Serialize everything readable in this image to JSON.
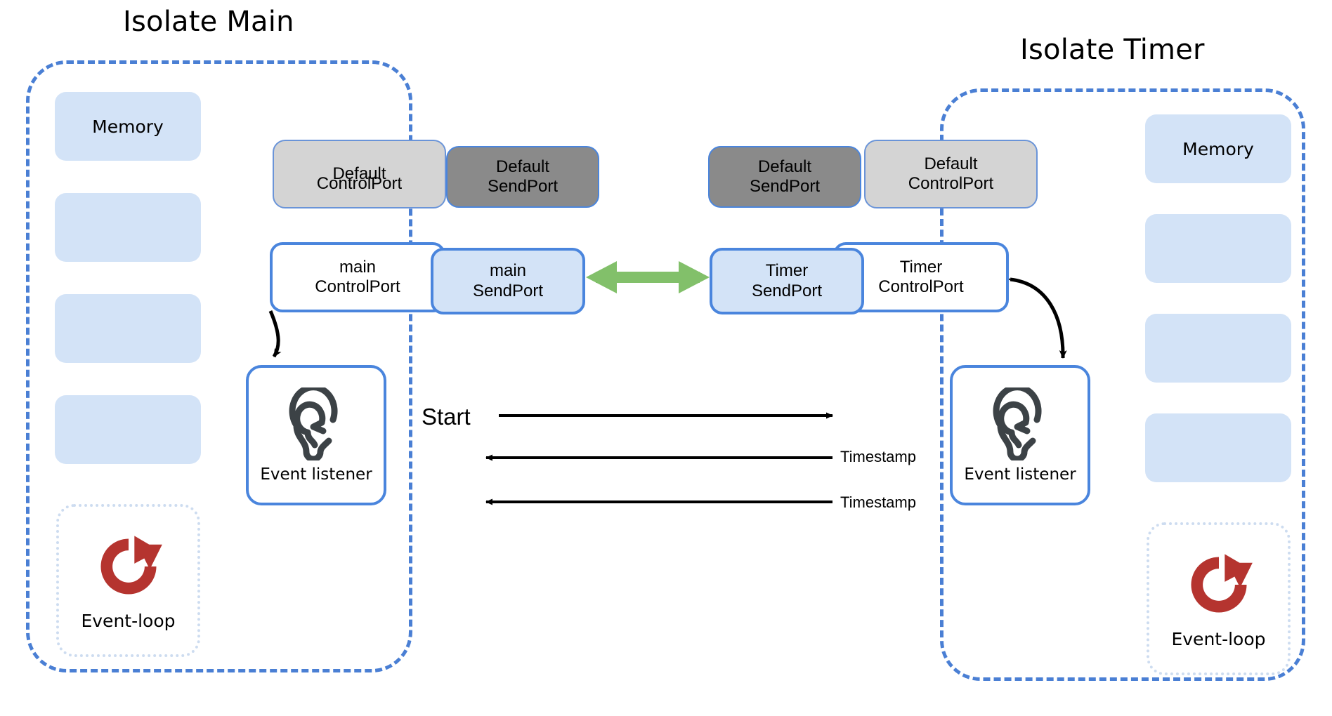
{
  "diagram": {
    "title_main": "Isolate Main",
    "title_timer": "Isolate Timer"
  },
  "isolate_main": {
    "label": "Isolate Main",
    "memory": {
      "label": "Memory",
      "block_count": 4
    },
    "event_loop": {
      "label": "Event-loop",
      "icon": "circular-arrow-icon",
      "color": "#b5342f"
    },
    "event_listener": {
      "label": "Event listener",
      "icon": "ear-icon"
    },
    "ports": [
      {
        "name": "default-control-port",
        "line1": "Default",
        "line2": "ControlPort",
        "style": "default-control"
      },
      {
        "name": "default-send-port",
        "line1": "Default",
        "line2": "SendPort",
        "style": "default-send"
      },
      {
        "name": "main-control-port",
        "line1": "main",
        "line2": "ControlPort",
        "style": "named-control"
      },
      {
        "name": "main-send-port",
        "line1": "main",
        "line2": "SendPort",
        "style": "named-send"
      }
    ]
  },
  "isolate_timer": {
    "label": "Isolate Timer",
    "memory": {
      "label": "Memory",
      "block_count": 4
    },
    "event_loop": {
      "label": "Event-loop",
      "icon": "circular-arrow-icon",
      "color": "#b5342f"
    },
    "event_listener": {
      "label": "Event listener",
      "icon": "ear-icon"
    },
    "ports": [
      {
        "name": "default-send-port",
        "line1": "Default",
        "line2": "SendPort",
        "style": "default-send"
      },
      {
        "name": "default-control-port",
        "line1": "Default",
        "line2": "ControlPort",
        "style": "default-control"
      },
      {
        "name": "timer-send-port",
        "line1": "Timer",
        "line2": "SendPort",
        "style": "named-send"
      },
      {
        "name": "timer-control-port",
        "line1": "Timer",
        "line2": "ControlPort",
        "style": "named-control"
      }
    ]
  },
  "messages": [
    {
      "name": "start-message",
      "label": "Start",
      "direction": "right"
    },
    {
      "name": "timestamp-message-1",
      "label": "Timestamp",
      "direction": "left"
    },
    {
      "name": "timestamp-message-2",
      "label": "Timestamp",
      "direction": "left"
    }
  ],
  "connectors": {
    "port_link": {
      "name": "sendport-link-arrow",
      "color": "#82c06a",
      "direction": "bidirectional"
    }
  },
  "colors": {
    "isolate_border": "#4a7fd4",
    "memory_fill": "#d3e3f7",
    "port_blue_border": "#4a85dd",
    "default_control_fill": "#d4d4d4",
    "default_send_fill": "#8a8a8a",
    "green_arrow": "#82c06a",
    "event_loop_red": "#b5342f",
    "ear_icon": "#3c4246"
  }
}
